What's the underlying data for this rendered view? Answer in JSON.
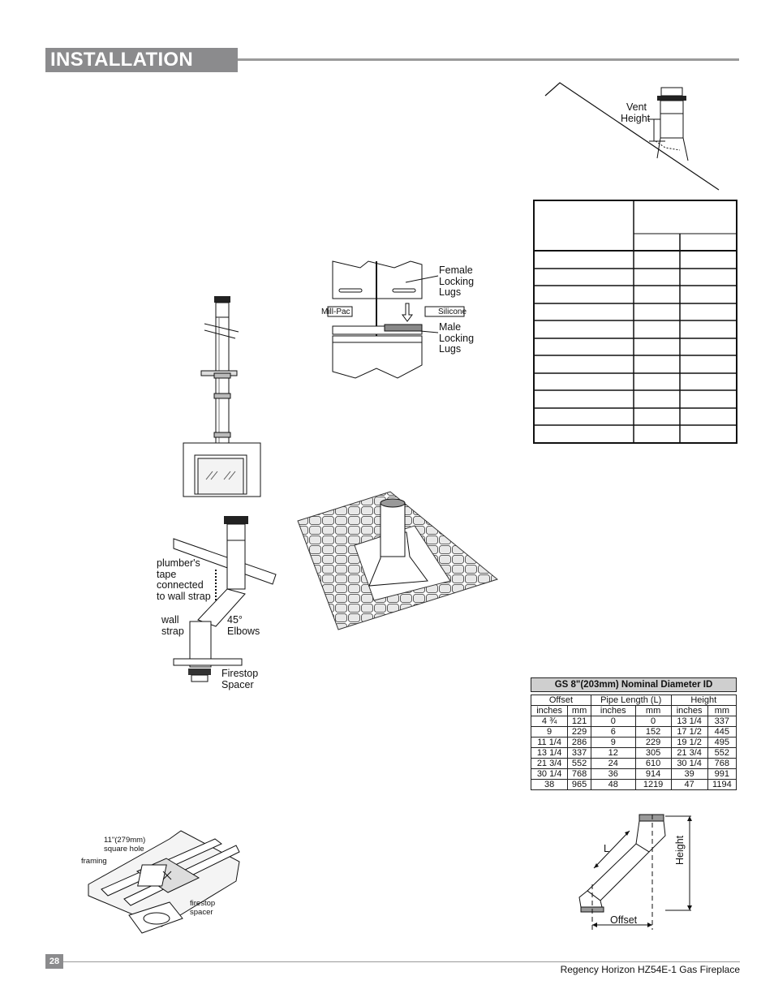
{
  "header": {
    "title": "INSTALLATION"
  },
  "vent_diagram": {
    "label_line1": "Vent",
    "label_line2": "Height"
  },
  "locking_diagram": {
    "female_1": "Female",
    "female_2": "Locking",
    "female_3": "Lugs",
    "male_1": "Male",
    "male_2": "Locking",
    "male_3": "Lugs",
    "millpac": "Mill-Pac",
    "silicone": "Silicone"
  },
  "elbow_diagram": {
    "plumber_1": "plumber's",
    "plumber_2": "tape",
    "plumber_3": "connected",
    "plumber_4": "to wall strap",
    "wall_1": "wall",
    "wall_2": "strap",
    "elbows_1": "45°",
    "elbows_2": "Elbows",
    "firestop_1": "Firestop",
    "firestop_2": "Spacer"
  },
  "framing_diagram": {
    "hole_1": "11\"(279mm)",
    "hole_2": "square hole",
    "framing": "framing",
    "firestop_1": "firestop",
    "firestop_2": "spacer"
  },
  "gs_table": {
    "title": "GS 8\"(203mm) Nominal Diameter ID",
    "groups": [
      "Offset",
      "Pipe Length (L)",
      "Height"
    ],
    "units": [
      "inches",
      "mm",
      "inches",
      "mm",
      "inches",
      "mm"
    ],
    "rows": [
      [
        "4 ¾",
        "121",
        "0",
        "0",
        "13 1/4",
        "337"
      ],
      [
        "9",
        "229",
        "6",
        "152",
        "17 1/2",
        "445"
      ],
      [
        "11 1/4",
        "286",
        "9",
        "229",
        "19 1/2",
        "495"
      ],
      [
        "13 1/4",
        "337",
        "12",
        "305",
        "21 3/4",
        "552"
      ],
      [
        "21 3/4",
        "552",
        "24",
        "610",
        "30 1/4",
        "768"
      ],
      [
        "30 1/4",
        "768",
        "36",
        "914",
        "39",
        "991"
      ],
      [
        "38",
        "965",
        "48",
        "1219",
        "47",
        "1194"
      ]
    ]
  },
  "offset_diagram": {
    "l": "L",
    "height": "Height",
    "offset": "Offset"
  },
  "footer": {
    "page": "28",
    "text": "Regency Horizon HZ54E-1 Gas Fireplace"
  }
}
